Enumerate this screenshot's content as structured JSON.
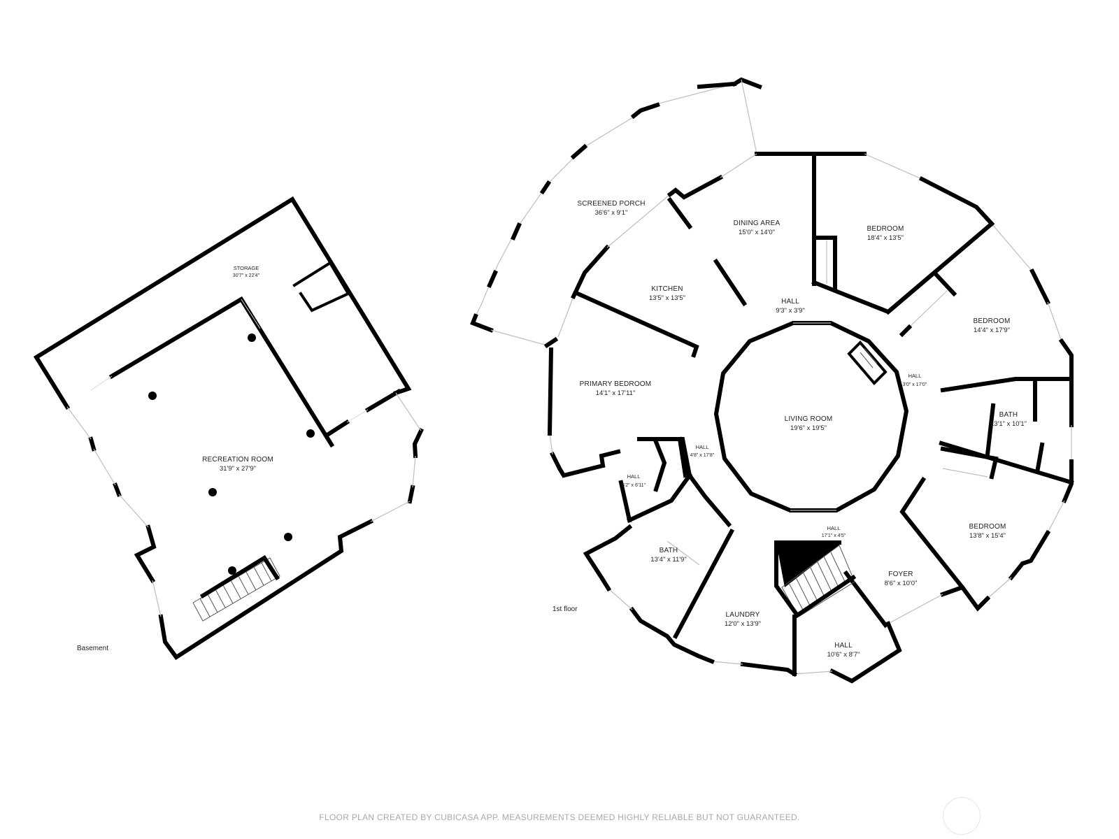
{
  "floors": {
    "basement": {
      "label": "Basement",
      "rooms": {
        "storage": {
          "name": "STORAGE",
          "dims": "30'7\" x 22'4\""
        },
        "recreation": {
          "name": "RECREATION ROOM",
          "dims": "31'9\" x 27'9\""
        }
      }
    },
    "first": {
      "label": "1st floor",
      "rooms": {
        "screened_porch": {
          "name": "SCREENED PORCH",
          "dims": "36'6\" x 9'1\""
        },
        "dining_area": {
          "name": "DINING AREA",
          "dims": "15'0\" x 14'0\""
        },
        "bedroom_1": {
          "name": "BEDROOM",
          "dims": "18'4\" x 13'5\""
        },
        "kitchen": {
          "name": "KITCHEN",
          "dims": "13'5\" x 13'5\""
        },
        "hall_top": {
          "name": "HALL",
          "dims": "9'3\" x 3'9\""
        },
        "bedroom_2": {
          "name": "BEDROOM",
          "dims": "14'4\" x 17'9\""
        },
        "hall_right": {
          "name": "HALL",
          "dims": "3'0\" x 17'0\""
        },
        "primary_bedroom": {
          "name": "PRIMARY BEDROOM",
          "dims": "14'1\" x 17'11\""
        },
        "living_room": {
          "name": "LIVING ROOM",
          "dims": "19'6\" x 19'5\""
        },
        "bath_right": {
          "name": "BATH",
          "dims": "13'1\" x 10'1\""
        },
        "hall_left": {
          "name": "HALL",
          "dims": "4'8\" x 17'8\""
        },
        "hall_small": {
          "name": "HALL",
          "dims": "5'2\" x 6'11\""
        },
        "hall_bottom": {
          "name": "HALL",
          "dims": "17'1\" x 4'5\""
        },
        "bedroom_3": {
          "name": "BEDROOM",
          "dims": "13'8\" x 15'4\""
        },
        "bath_left": {
          "name": "BATH",
          "dims": "13'4\" x 11'9\""
        },
        "foyer": {
          "name": "FOYER",
          "dims": "8'6\" x 10'0\""
        },
        "laundry": {
          "name": "LAUNDRY",
          "dims": "12'0\" x 13'9\""
        },
        "hall_entry": {
          "name": "HALL",
          "dims": "10'6\" x 8'7\""
        }
      }
    }
  },
  "footer": {
    "disclaimer": "FLOOR PLAN CREATED BY CUBICASA APP. MEASUREMENTS DEEMED HIGHLY RELIABLE BUT NOT GUARANTEED."
  }
}
